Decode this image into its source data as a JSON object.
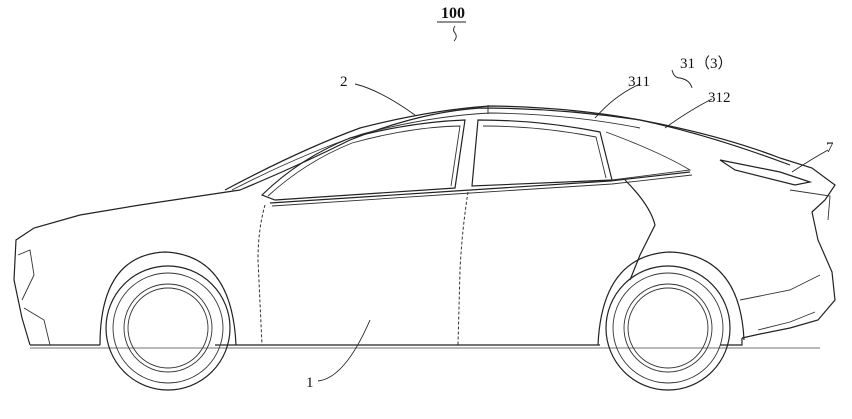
{
  "figure": {
    "main_ref": "100",
    "labels": {
      "body": "1",
      "roof": "2",
      "group": "31（3）",
      "part_311": "311",
      "part_312": "312",
      "spoiler": "7"
    }
  }
}
